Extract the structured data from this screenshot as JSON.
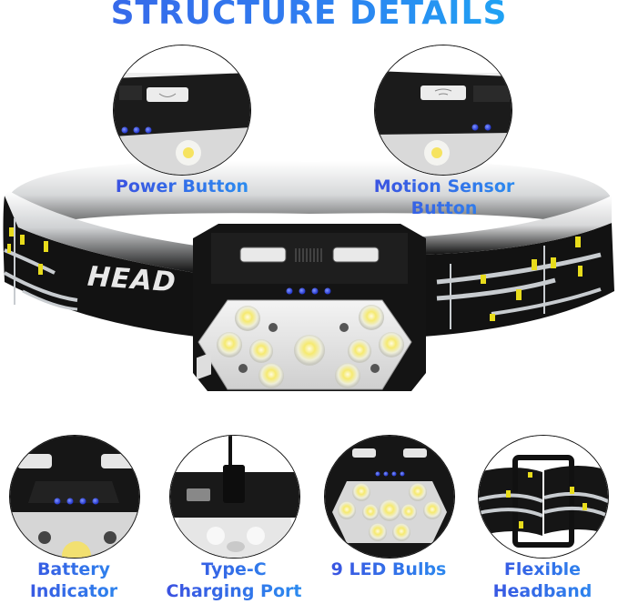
{
  "title": "STRUCTURE DETAILS",
  "headband_text": "HEAD",
  "callouts": {
    "power_button": {
      "label": "Power Button"
    },
    "motion_sensor": {
      "label_line1": "Motion Sensor",
      "label_line2": "Button"
    },
    "battery": {
      "label_line1": "Battery",
      "label_line2": "Indicator"
    },
    "typec": {
      "label_line1": "Type-C",
      "label_line2": "Charging Port"
    },
    "led_bulbs": {
      "label": "9 LED Bulbs"
    },
    "headband": {
      "label_line1": "Flexible",
      "label_line2": "Headband"
    }
  },
  "colors": {
    "title_start": "#3a5fe6",
    "title_end": "#17b7f5",
    "band": "#111111",
    "stripe": "#c8ccd0",
    "reflector": "#e8dc1c",
    "battery_led": "#2a3fd8",
    "led": "#f3e98a"
  },
  "battery_led_count": 4,
  "led_count": 9
}
